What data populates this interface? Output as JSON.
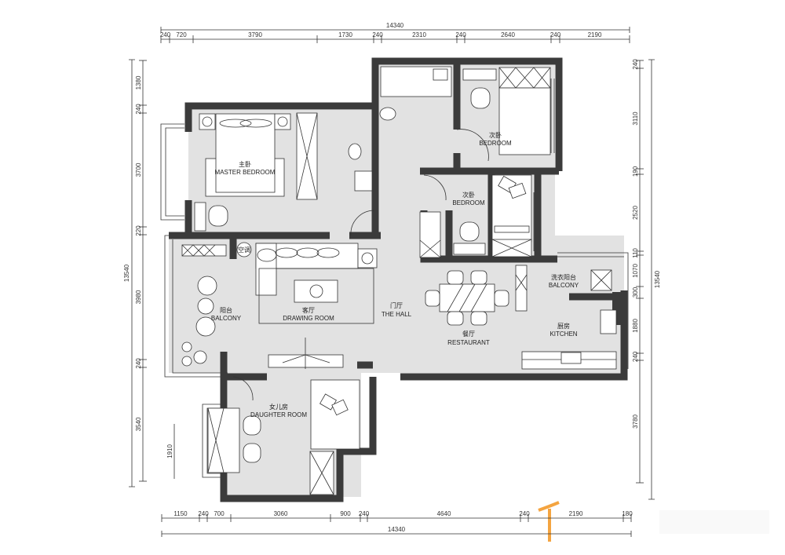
{
  "dimensions": {
    "top_total": "14340",
    "top": [
      "240",
      "720",
      "3790",
      "1730",
      "240",
      "2310",
      "240",
      "2640",
      "240",
      "2190"
    ],
    "bottom_total": "14340",
    "bottom": [
      "1150",
      "240",
      "700",
      "3060",
      "900",
      "240",
      "4640",
      "240",
      "2190",
      "180"
    ],
    "left_total": "13540",
    "left": [
      "1380",
      "240",
      "3700",
      "220",
      "3980",
      "240",
      "3540"
    ],
    "right_total": "13540",
    "right": [
      "240",
      "3110",
      "190",
      "2520",
      "110",
      "1070",
      "300",
      "1880",
      "240",
      "3780"
    ],
    "window_left": "1910"
  },
  "rooms": {
    "master_bedroom": {
      "cn": "主卧",
      "en": "MASTER BEDROOM"
    },
    "bedroom_1": {
      "cn": "次卧",
      "en": "BEDROOM"
    },
    "bedroom_2": {
      "cn": "次卧",
      "en": "BEDROOM"
    },
    "balcony": {
      "cn": "阳台",
      "en": "BALCONY"
    },
    "drawing_room": {
      "cn": "客厅",
      "en": "DRAWING ROOM"
    },
    "hall": {
      "cn": "门厅",
      "en": "THE HALL"
    },
    "restaurant": {
      "cn": "餐厅",
      "en": "RESTAURANT"
    },
    "laundry_balcony": {
      "cn": "洗衣阳台",
      "en": "BALCONY"
    },
    "kitchen": {
      "cn": "厨房",
      "en": "KITCHEN"
    },
    "daughter_room": {
      "cn": "女儿房",
      "en": "DAUGHTER ROOM"
    }
  },
  "annotations": {
    "air_conditioner": "空调"
  },
  "colors": {
    "wall": "#3b3b3b",
    "floor": "#e2e2e2",
    "logo": "#f39a2b"
  }
}
